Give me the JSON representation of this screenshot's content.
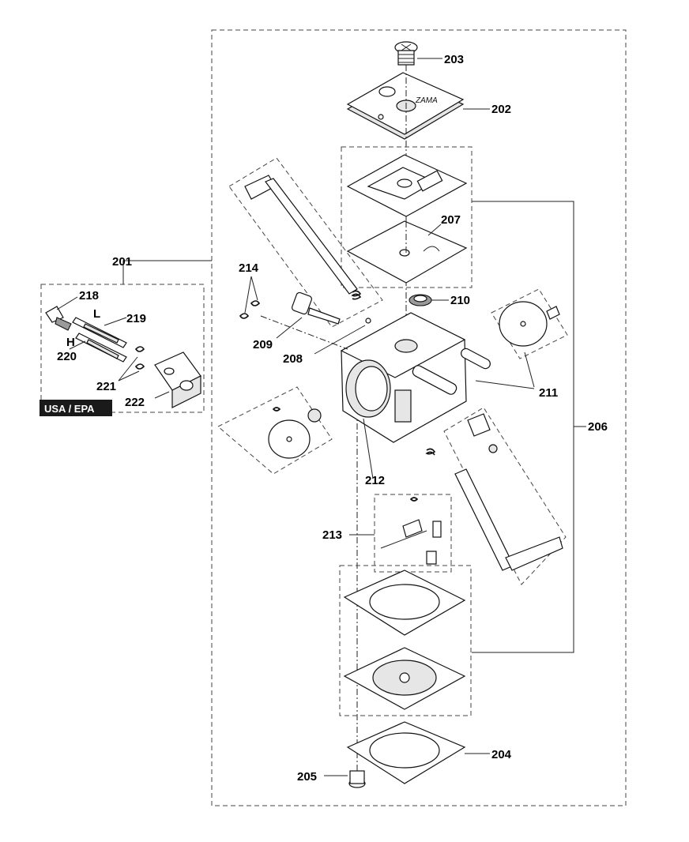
{
  "labels": {
    "p201": "201",
    "p202": "202",
    "p203": "203",
    "p204": "204",
    "p205": "205",
    "p206": "206",
    "p207": "207",
    "p208": "208",
    "p209": "209",
    "p210": "210",
    "p211": "211",
    "p212": "212",
    "p213": "213",
    "p214": "214",
    "p218": "218",
    "p219": "219",
    "p220": "220",
    "p221": "221",
    "p222": "222",
    "L": "L",
    "H": "H"
  },
  "badge": {
    "text": "USA / EPA",
    "color": "#1a1a1a",
    "text_color": "#ffffff"
  },
  "colors": {
    "line": "#111111",
    "part_fill": "#ffffff",
    "shade": "#9a9a9a"
  }
}
